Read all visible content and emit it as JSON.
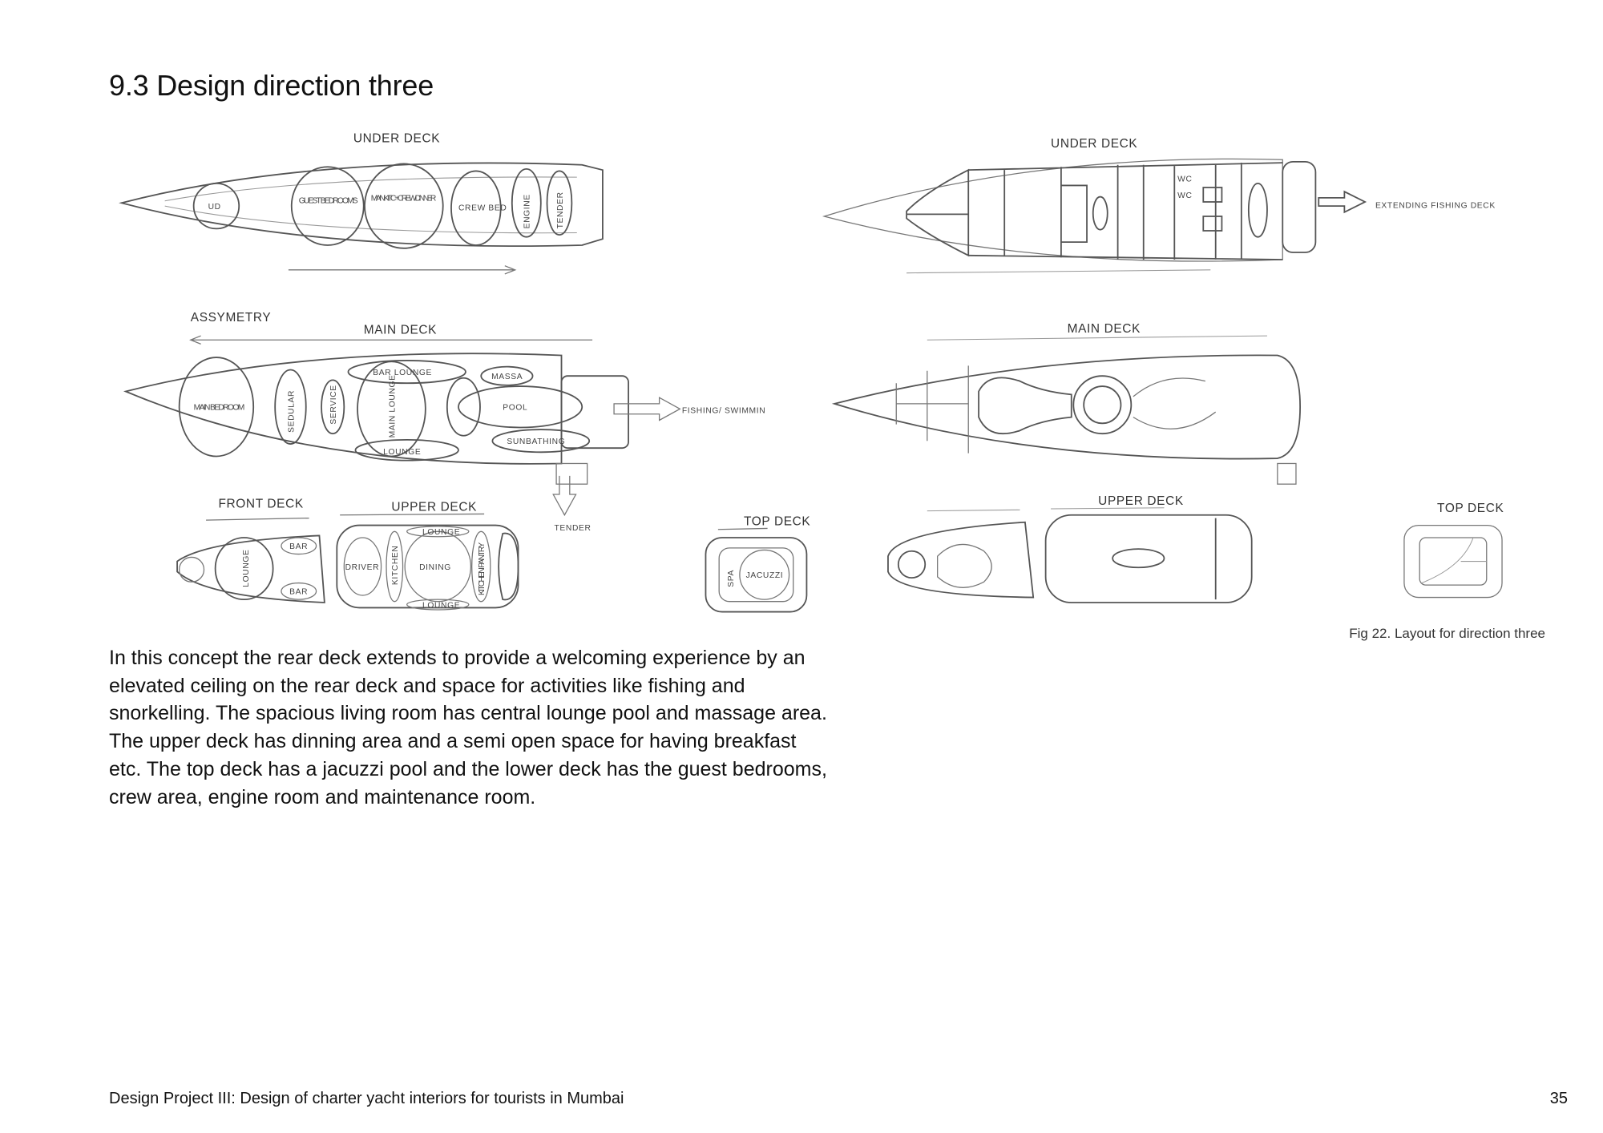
{
  "heading": "9.3 Design direction three",
  "figure": {
    "caption": "Fig 22. Layout for direction three",
    "left_sketch": {
      "under_deck_label": "UNDER DECK",
      "under_rooms": [
        "UD",
        "GUEST BEDROOMS",
        "MAIN KITC + CREW DINNER",
        "CREW BED",
        "ENGINE",
        "TENDER"
      ],
      "assymetry_label": "ASSYMETRY",
      "main_deck_label": "MAIN DECK",
      "main_rooms": [
        "MAIN BEDROOM",
        "SEDULAR",
        "SERVICE",
        "MAIN LOUNGE",
        "BAR LOUNGE",
        "MASSA",
        "POOL",
        "SUNBATHING",
        "LOUNGE"
      ],
      "fishing_label": "FISHING/ SWIMMIN",
      "tender_label": "TENDER",
      "front_deck_label": "FRONT DECK",
      "front_rooms": [
        "LOUNGE",
        "BAR",
        "BAR"
      ],
      "upper_deck_label": "UPPER DECK",
      "upper_rooms": [
        "DRIVER",
        "KITCHEN",
        "DINING",
        "KITCHEN PANTRY",
        "LOUNGE",
        "LOUNGE"
      ],
      "top_deck_label": "TOP DECK",
      "top_rooms": [
        "SPA",
        "JACUZZI"
      ]
    },
    "right_sketch": {
      "under_deck_label": "UNDER DECK",
      "wc_labels": [
        "WC",
        "WC"
      ],
      "extending_label": "EXTENDING FISHING DECK",
      "main_deck_label": "MAIN DECK",
      "upper_deck_label": "UPPER DECK",
      "top_deck_label": "TOP DECK"
    }
  },
  "body_text": "In this concept the rear deck extends to provide a welcoming experience by an elevated ceiling on the rear deck and space for activities like fishing and snorkelling. The spacious living room has central lounge pool and massage area. The upper deck has dinning area and a semi open space for having breakfast etc. The top deck has a jacuzzi pool and the lower deck has the guest bedrooms, crew area, engine room and maintenance room.",
  "footer": {
    "title": "Design Project III: Design of charter yacht interiors for tourists in Mumbai",
    "page_number": "35"
  }
}
